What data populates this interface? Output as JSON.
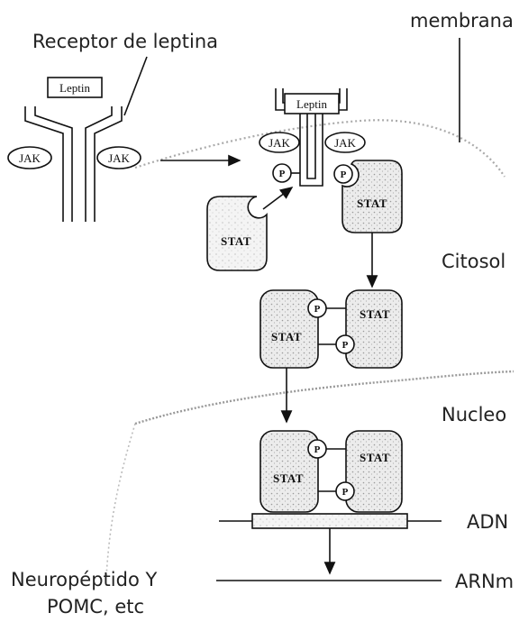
{
  "labels": {
    "membrane": "membrana",
    "receptor": "Receptor de leptina",
    "cytosol": "Citosol",
    "nucleus": "Nucleo",
    "dna": "ADN",
    "mrna": "ARNm",
    "products_line1": "Neuropéptido Y",
    "products_line2": "POMC, etc"
  },
  "molecules": {
    "leptin": "Leptin",
    "jak": "JAK",
    "stat": "STAT",
    "phosphate": "P"
  }
}
